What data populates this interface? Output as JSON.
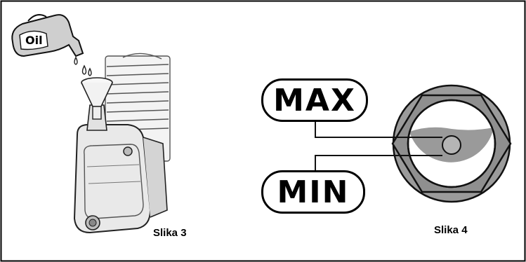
{
  "figure_left": {
    "bottle_label": "Oil",
    "caption": "Slika 3"
  },
  "figure_right": {
    "max_label": "MAX",
    "min_label": "MIN",
    "caption": "Slika 4"
  }
}
